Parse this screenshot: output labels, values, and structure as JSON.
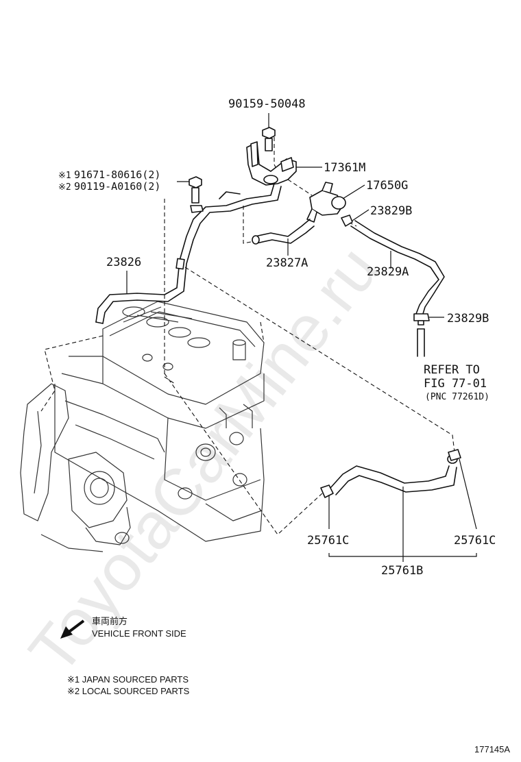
{
  "parts": {
    "bolt_top": "90159-50048",
    "bracket": "17361M",
    "vsv": "17650G",
    "clip_upper": "23829B",
    "hose_short": "23827A",
    "hose_right": "23829A",
    "clip_lower": "23829B",
    "refer_line1": "REFER TO",
    "refer_line2": "FIG 77-01",
    "refer_line3": "(PNC 77261D)",
    "bolt_left_1_mark": "※1",
    "bolt_left_1": "91671-80616(2)",
    "bolt_left_2_mark": "※2",
    "bolt_left_2": "90119-A0160(2)",
    "pipe_left": "23826",
    "clamp_left": "25761C",
    "clamp_right": "25761C",
    "hose_lower": "25761B"
  },
  "legend": {
    "front_jp": "車両前方",
    "front_en": "VEHICLE FRONT SIDE",
    "note1": "※1 JAPAN SOURCED PARTS",
    "note2": "※2 LOCAL SOURCED PARTS"
  },
  "figure_id": "177145A",
  "watermark": "ToyotaCarMine.ru"
}
